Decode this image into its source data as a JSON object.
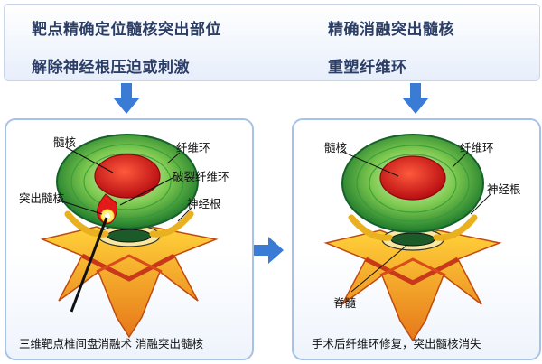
{
  "header": {
    "left_line1": "靶点精确定位髓核突出部位",
    "left_line2": "解除神经根压迫或刺激",
    "right_line1": "精确消融突出髓核",
    "right_line2": "重塑纤维环"
  },
  "left_panel": {
    "labels": {
      "nucleus": "髓核",
      "annulus": "纤维环",
      "ruptured_annulus": "破裂纤维环",
      "herniated_nucleus": "突出髓核",
      "nerve_root": "神经根"
    },
    "caption": "三维靶点椎间盘消融术 消融突出髓核"
  },
  "right_panel": {
    "labels": {
      "nucleus": "髓核",
      "annulus": "纤维环",
      "nerve_root": "神经根",
      "spinal_cord": "脊髓"
    },
    "caption": "手术后纤维环修复，突出髓核消失"
  },
  "colors": {
    "arrow_blue": "#3a7bd5",
    "banner_text": "#2c3e66",
    "panel_border": "#a7c2e6",
    "annulus_green": "#2f9a3a",
    "nucleus_red": "#d8141b",
    "vertebra_orange": "#f0a020"
  }
}
